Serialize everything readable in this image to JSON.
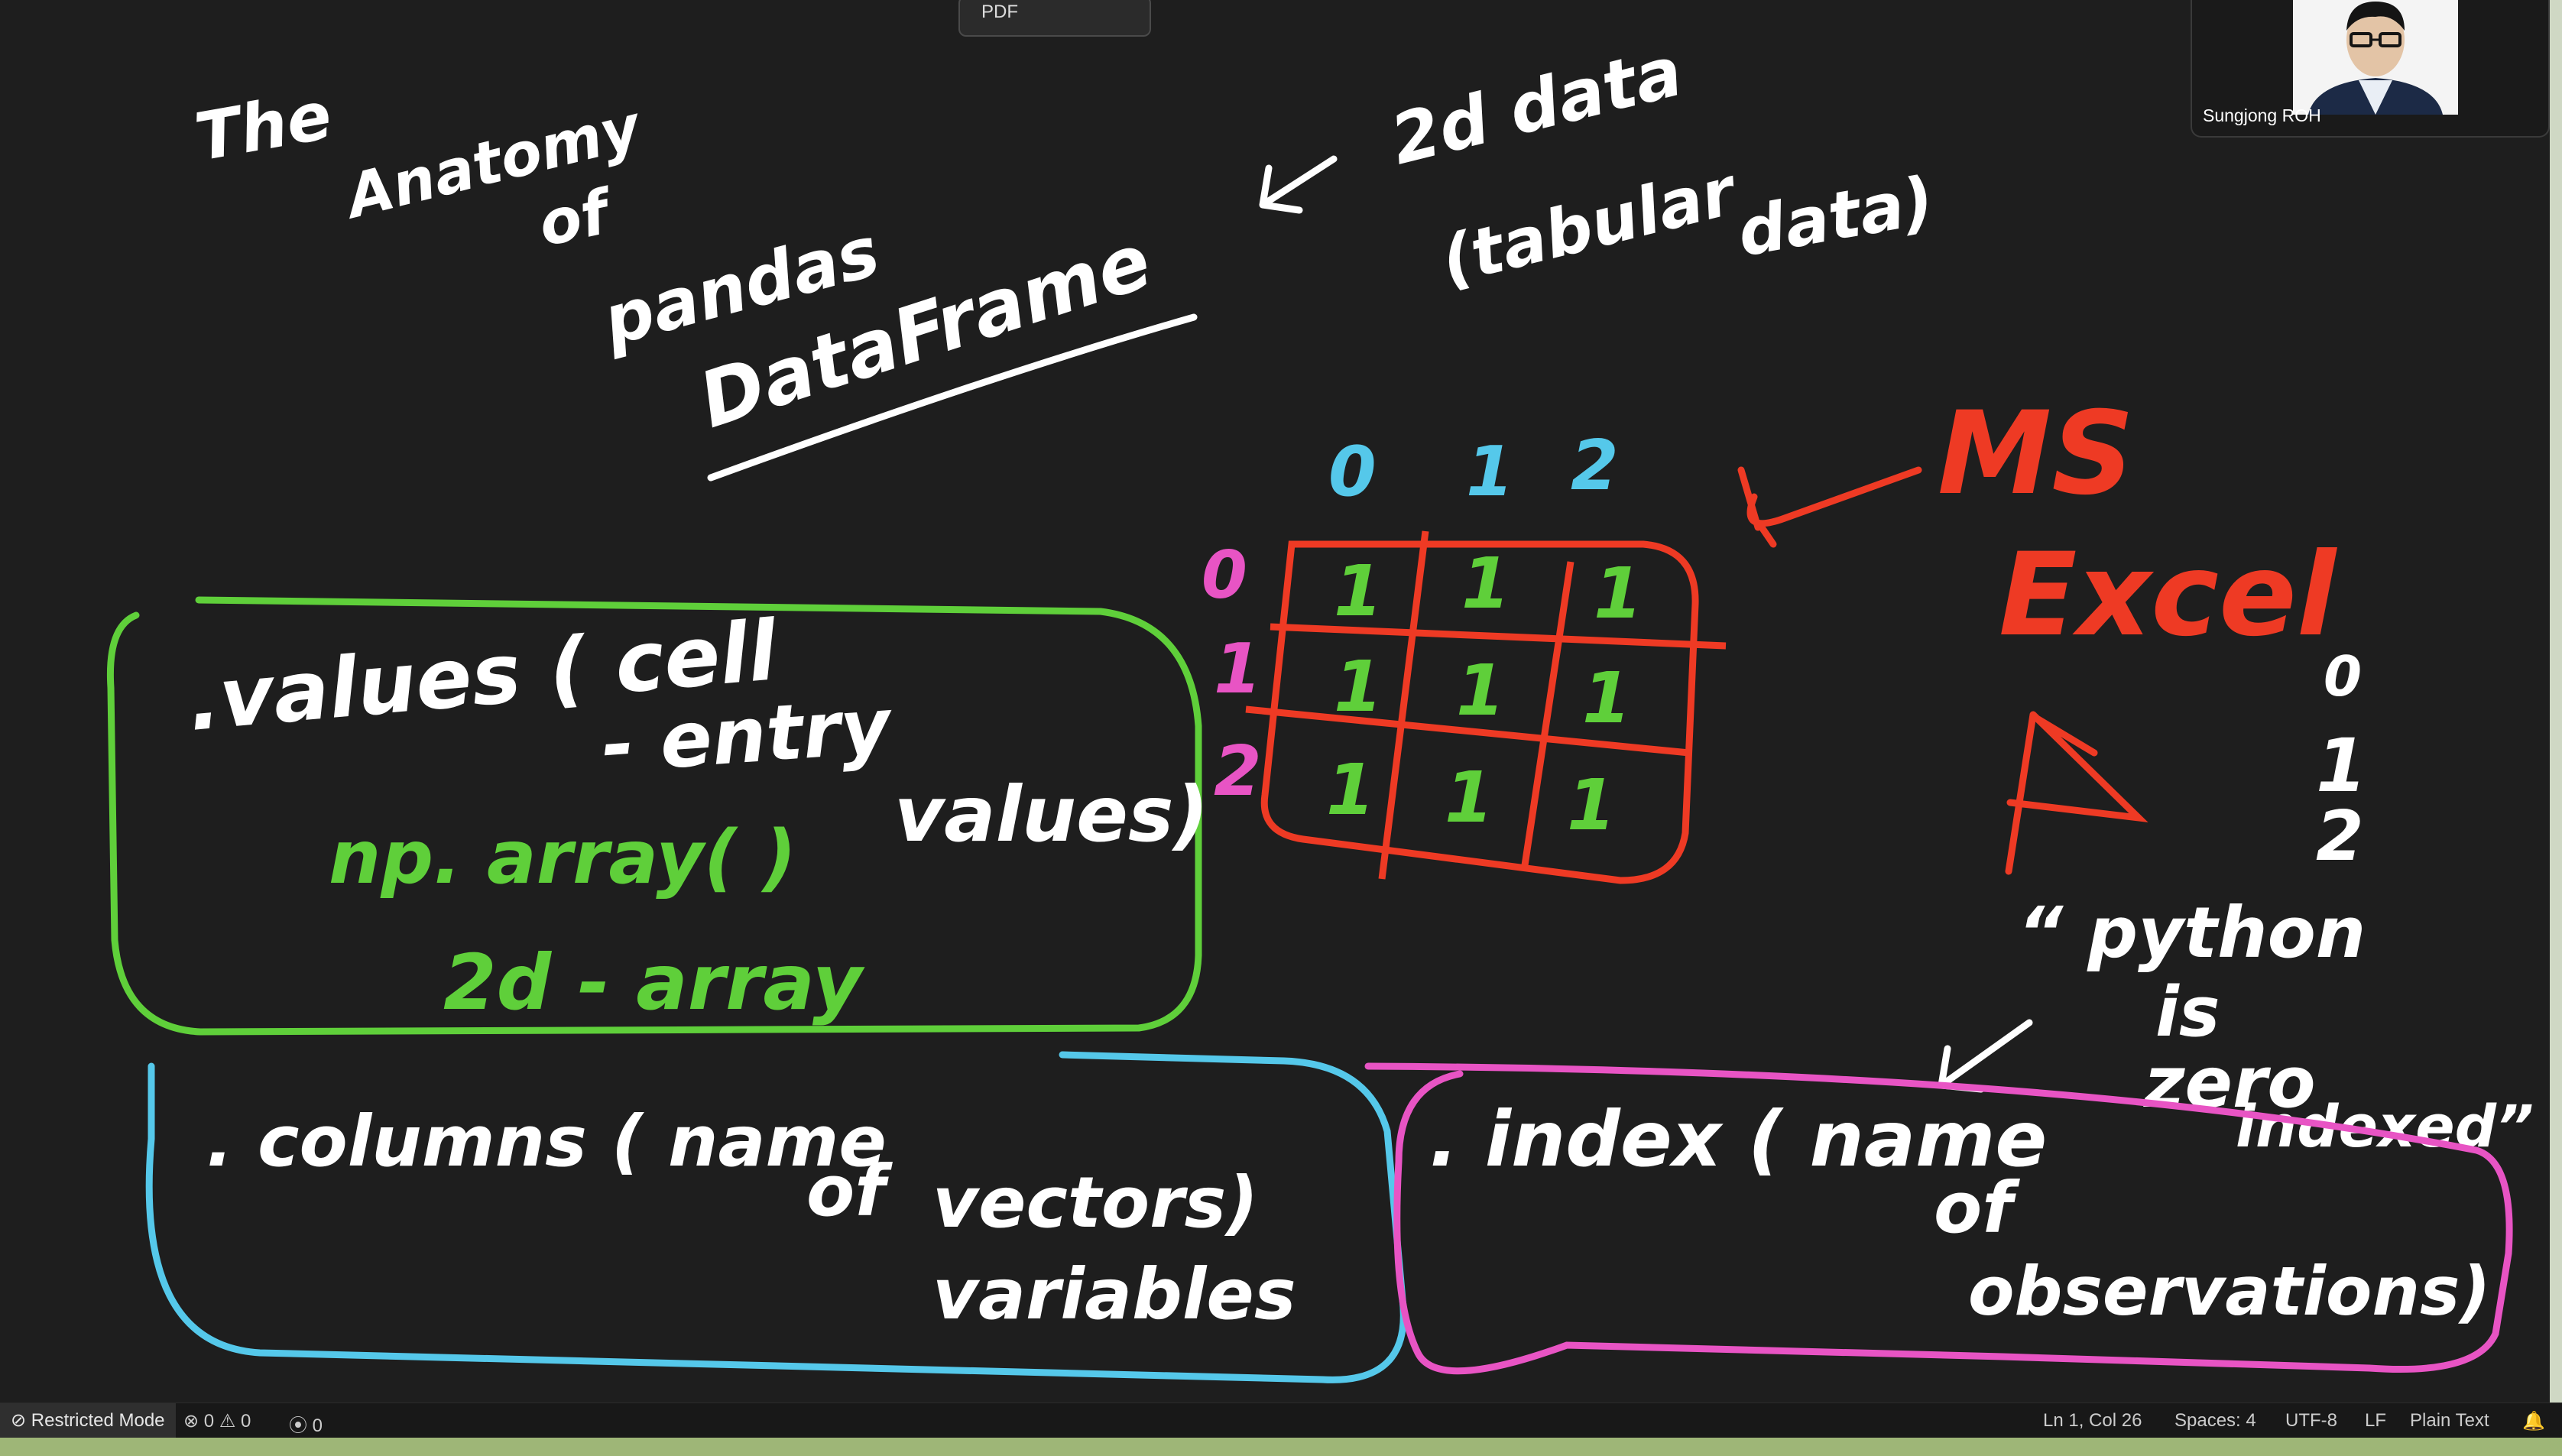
{
  "popup_menu": {
    "item": "PDF"
  },
  "video": {
    "participant_name": "Sungjong ROH"
  },
  "whiteboard": {
    "title_words": [
      "The",
      "Anatomy",
      "of",
      "pandas",
      "DataFrame"
    ],
    "arrow_note": [
      "2d data",
      "(tabular",
      "data)"
    ],
    "ms_excel": [
      "MS",
      "Excel"
    ],
    "column_labels": [
      "0",
      "1",
      "2"
    ],
    "row_labels": [
      "0",
      "1",
      "2"
    ],
    "cells": [
      [
        "1",
        "1",
        "1"
      ],
      [
        "1",
        "1",
        "1"
      ],
      [
        "1",
        "1",
        "1"
      ]
    ],
    "right_index": [
      "0",
      "1",
      "2"
    ],
    "quote": [
      "“ python",
      "is",
      "zero",
      "indexed”"
    ],
    "values_box": {
      "line1": ".values ( cell",
      "line2": "- entry",
      "line3": "values)",
      "green1": "np. array( )",
      "green2": "2d - array"
    },
    "columns_box": {
      "line1": ". columns ( name",
      "line2": "of",
      "line3": "vectors)",
      "line4": "variables"
    },
    "index_box": {
      "line1": ". index ( name",
      "line2": "of",
      "line3": "observations)"
    }
  },
  "status_bar": {
    "mode": "Restricted Mode",
    "errors": "0",
    "warnings": "0",
    "ports": "0",
    "position": "Ln 1, Col 26",
    "spaces": "Spaces: 4",
    "encoding": "UTF-8",
    "eol": "LF",
    "language": "Plain Text"
  },
  "colors": {
    "background": "#1e1e1e",
    "white_ink": "#ffffff",
    "green_ink": "#5fcf3a",
    "red_ink": "#ee3a24",
    "cyan_ink": "#55c8ea",
    "magenta_ink": "#e854c4"
  },
  "icons": [
    "error-icon",
    "warning-icon",
    "ports-icon",
    "bell-icon",
    "restricted-icon"
  ]
}
